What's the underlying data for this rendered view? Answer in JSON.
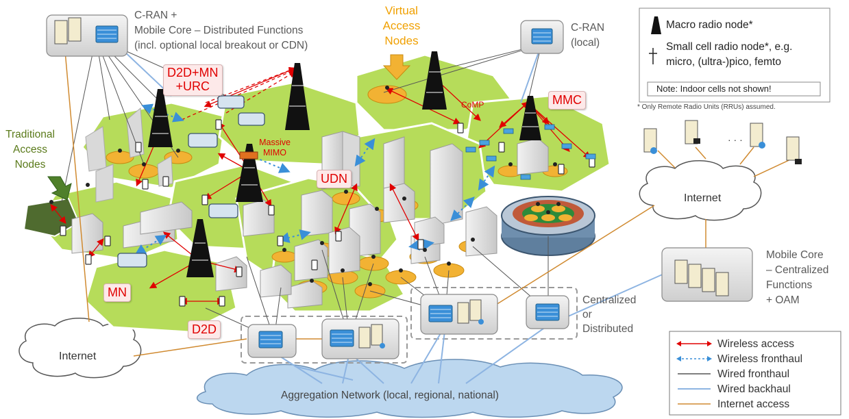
{
  "labels": {
    "cran_mobile_core_l1": "C-RAN +",
    "cran_mobile_core_l2": "Mobile Core – Distributed Functions",
    "cran_mobile_core_l3": "(incl. optional local breakout or CDN)",
    "virtual_access_l1": "Virtual",
    "virtual_access_l2": "Access",
    "virtual_access_l3": "Nodes",
    "cran_local_l1": "C-RAN",
    "cran_local_l2": "(local)",
    "d2d_mn_urc_l1": "D2D+MN",
    "d2d_mn_urc_l2": "+URC",
    "comp": "CoMP",
    "mmc": "MMC",
    "traditional_l1": "Traditional",
    "traditional_l2": "Access",
    "traditional_l3": "Nodes",
    "massive_mimo_l1": "Massive",
    "massive_mimo_l2": "MIMO",
    "udn": "UDN",
    "mn": "MN",
    "d2d": "D2D",
    "internet_right": "Internet",
    "internet_left": "Internet",
    "mobile_core_central_l1": "Mobile Core",
    "mobile_core_central_l2": "– Centralized",
    "mobile_core_central_l3": "Functions",
    "mobile_core_central_l4": "+ OAM",
    "centralized_l1": "Centralized",
    "centralized_l2": "or",
    "centralized_l3": "Distributed",
    "aggregation": "Aggregation Network (local, regional, national)",
    "rru_note": "* Only Remote Radio Units (RRUs) assumed.",
    "ellipsis": "· · ·"
  },
  "node_legend": {
    "macro": "Macro radio node*",
    "small_l1": "Small cell radio node*, e.g.",
    "small_l2": "micro, (ultra-)pico, femto",
    "note": "Note:  Indoor cells not shown!"
  },
  "link_legend": [
    {
      "label": "Wireless access",
      "color": "#e00000"
    },
    {
      "label": "Wireless fronthaul",
      "color": "#3a8fd8"
    },
    {
      "label": "Wired fronthaul",
      "color": "#555555"
    },
    {
      "label": "Wired backhaul",
      "color": "#8db4e2"
    },
    {
      "label": "Internet access",
      "color": "#d08a30"
    }
  ],
  "colors": {
    "cell_green": "#b6dc5a",
    "small_cell_orange": "#f2b233",
    "wireless_access": "#e00000",
    "wireless_fronthaul": "#3a8fd8",
    "wired_backhaul": "#8db4e2",
    "internet_access": "#d08a30",
    "cloud_blue": "#bcd7ef"
  }
}
